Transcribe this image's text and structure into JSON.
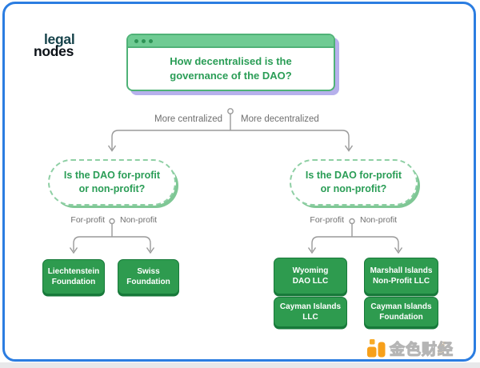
{
  "logo": {
    "line1": "legal",
    "line2": "nodes"
  },
  "flowchart": {
    "root_question": "How decentralised is the\ngovernance of the DAO?",
    "axis_labels": {
      "left": "More centralized",
      "right": "More decentralized"
    },
    "branches": {
      "centralized": {
        "question": "Is the DAO for-profit\nor non-profit?",
        "for_profit_label": "For-profit",
        "non_profit_label": "Non-profit",
        "for_profit_entities": [
          "Liechtenstein\nFoundation"
        ],
        "non_profit_entities": [
          "Swiss\nFoundation"
        ]
      },
      "decentralized": {
        "question": "Is the DAO for-profit\nor non-profit?",
        "for_profit_label": "For-profit",
        "non_profit_label": "Non-profit",
        "for_profit_entities": [
          "Wyoming\nDAO LLC",
          "Cayman Islands\nLLC"
        ],
        "non_profit_entities": [
          "Marshall Islands\nNon-Profit LLC",
          "Cayman Islands\nFoundation"
        ]
      }
    }
  },
  "watermark": {
    "text_main": "金色财",
    "text_last": "经"
  },
  "colors": {
    "frame_blue": "#2b7de1",
    "box_green": "#2e9b4f",
    "box_green_dark": "#17793a",
    "header_green": "#6fcb93",
    "text_green": "#2a9d56",
    "pill_dash_green": "#8ecfa4",
    "shadow_lavender": "#b6b0ec",
    "line_gray": "#9a9a9a",
    "watermark_orange": "#f7a01b"
  }
}
